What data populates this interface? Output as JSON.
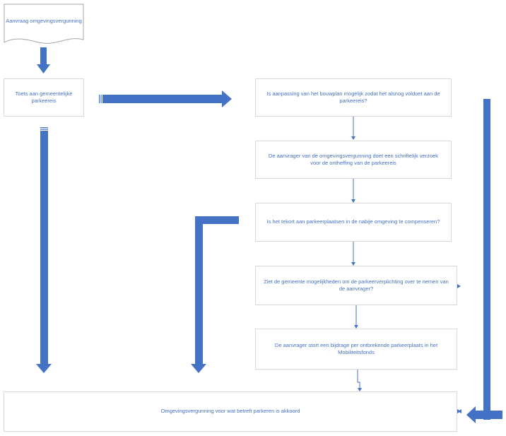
{
  "colors": {
    "accent": "#4472c4",
    "border": "#d9d9d9",
    "background": "#ffffff"
  },
  "nodes": {
    "start": "Aanvraag omgevingsvergunning",
    "check": "Toets aan gemeentelijke parkeereis",
    "q_adjust_plan": "Is aanpassing van het bouwplan mogelijk zodat het alsnog voldoet aan de parkeereis?",
    "written_request": "De aanvrager van de omgevingsvergunning doet een schriftelijk verzoek voor de ontheffing van de parkeereis",
    "q_compensate": "Is het tekort aan parkeerplaatsen in de nabije omgeving te compenseren?",
    "q_municipality": "Ziet de gemeente mogelijkheden om de parkeerverplichting over te nemen van de aanvrager?",
    "contribution": "De aanvrager stort een bijdrage per ontbrekende parkeerplaats in het Mobiliteitsfonds",
    "end": "Omgevingsvergunning voor wat betreft parkeren is akkoord"
  }
}
